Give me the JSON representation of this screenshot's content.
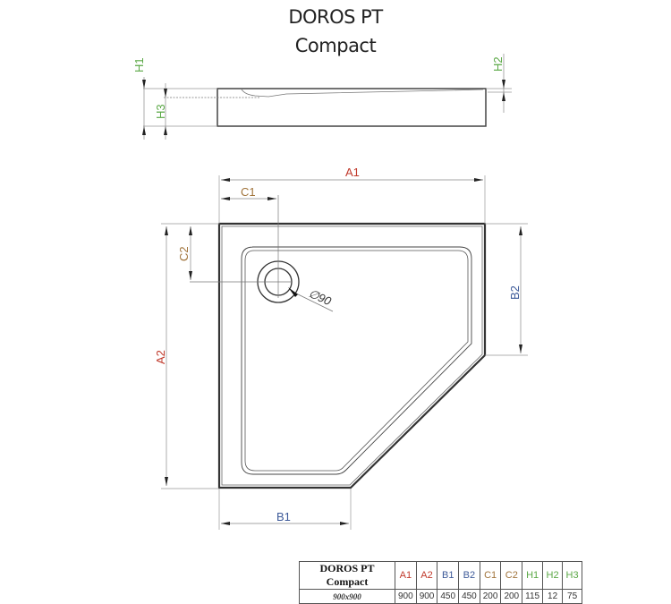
{
  "title": {
    "line1": "DOROS PT",
    "line2": "Compact"
  },
  "colors": {
    "A": "#c0392b",
    "B": "#3d5a99",
    "C": "#a0733a",
    "H": "#5aa845",
    "line": "#333333",
    "dim_line": "#888888"
  },
  "side_view": {
    "labels": {
      "H1": "H1",
      "H2": "H2",
      "H3": "H3"
    }
  },
  "top_view": {
    "labels": {
      "A1": "A1",
      "A2": "A2",
      "B1": "B1",
      "B2": "B2",
      "C1": "C1",
      "C2": "C2",
      "drain": "∅90"
    }
  },
  "spec_table": {
    "model": "DOROS PT Compact",
    "headers": [
      "A1",
      "A2",
      "B1",
      "B2",
      "C1",
      "C2",
      "H1",
      "H2",
      "H3"
    ],
    "rows": [
      {
        "size": "900x900",
        "values": [
          "900",
          "900",
          "450",
          "450",
          "200",
          "200",
          "115",
          "12",
          "75"
        ]
      }
    ]
  }
}
